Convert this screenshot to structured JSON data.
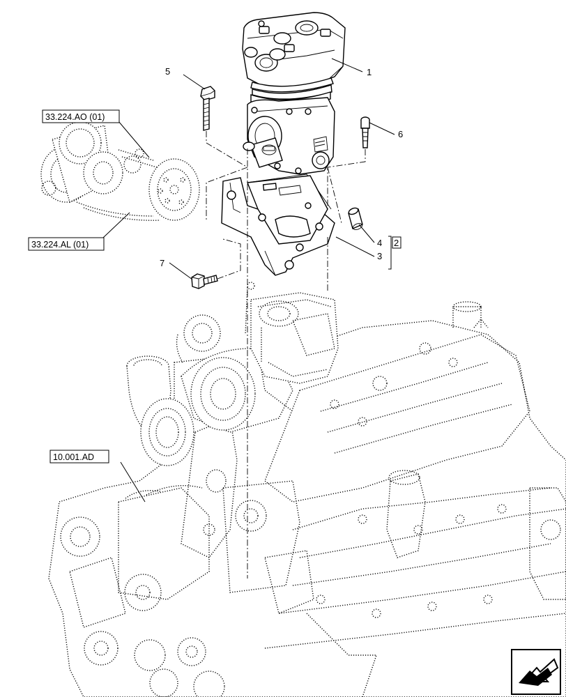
{
  "diagram": {
    "callouts": {
      "c1": "1",
      "c2": "2",
      "c3": "3",
      "c4": "4",
      "c5": "5",
      "c6": "6",
      "c7": "7"
    },
    "references": {
      "belt_drive": "33.224.AO (01)",
      "belt": "33.224.AL (01)",
      "engine": "10.001.AD"
    },
    "nav_icon": "arrow-icon"
  }
}
